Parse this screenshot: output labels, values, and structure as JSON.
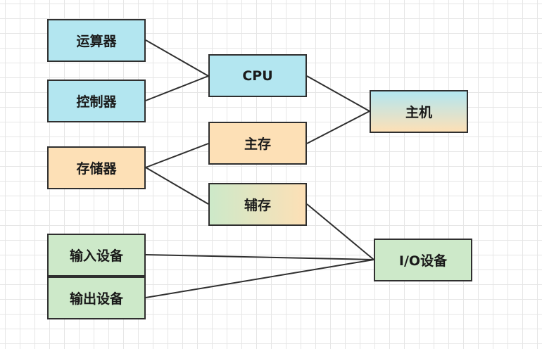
{
  "diagram": {
    "nodes": {
      "alu": {
        "label": "运算器",
        "color": "#b3e6f0"
      },
      "cu": {
        "label": "控制器",
        "color": "#b3e6f0"
      },
      "cpu": {
        "label": "CPU",
        "color": "#b3e6f0"
      },
      "host": {
        "label": "主机",
        "color": "#b3e6f0 → #fde0b6"
      },
      "mem": {
        "label": "存储器",
        "color": "#fde0b6"
      },
      "main": {
        "label": "主存",
        "color": "#fde0b6"
      },
      "aux": {
        "label": "辅存",
        "color": "#cde9c9 → #fde0b6"
      },
      "in": {
        "label": "输入设备",
        "color": "#cde9c9"
      },
      "out": {
        "label": "输出设备",
        "color": "#cde9c9"
      },
      "io": {
        "label": "I/O设备",
        "color": "#cde9c9"
      }
    },
    "edges": [
      {
        "from": "运算器",
        "to": "CPU"
      },
      {
        "from": "控制器",
        "to": "CPU"
      },
      {
        "from": "CPU",
        "to": "主机"
      },
      {
        "from": "主存",
        "to": "主机"
      },
      {
        "from": "存储器",
        "to": "主存"
      },
      {
        "from": "存储器",
        "to": "辅存"
      },
      {
        "from": "辅存",
        "to": "I/O设备"
      },
      {
        "from": "输入设备",
        "to": "I/O设备"
      },
      {
        "from": "输出设备",
        "to": "I/O设备"
      }
    ],
    "line_color": "#2f2f2f",
    "grid": true
  }
}
